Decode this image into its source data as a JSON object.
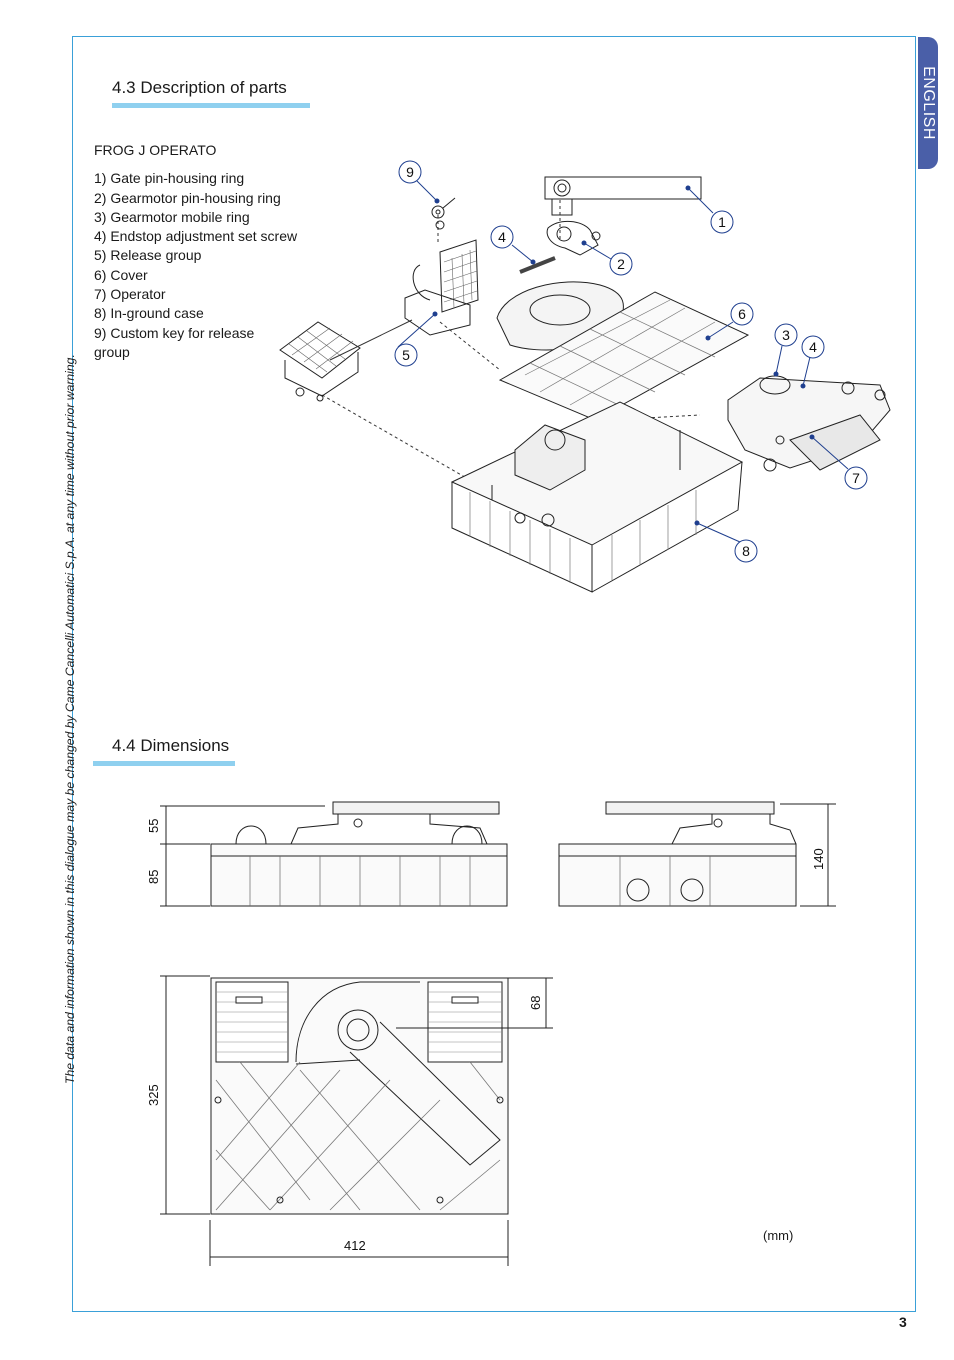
{
  "side_tab": {
    "label": "ENGLISH"
  },
  "side_note": "The data and information shown in this dialogue may be changed by Came Cancelli Automatici S.p.A. at any time without prior warning.",
  "section_parts": {
    "title": "4.3 Description of parts",
    "heading": "FROG J OPERATO",
    "items": [
      "1) Gate pin-housing ring",
      "2) Gearmotor pin-housing ring",
      "3) Gearmotor mobile ring",
      "4) Endstop adjustment set screw",
      "5) Release group",
      "6) Cover",
      "7) Operator",
      "8) In-ground case",
      "9) Custom key for release",
      "group"
    ],
    "callouts": [
      "1",
      "2",
      "3",
      "4",
      "4",
      "5",
      "6",
      "7",
      "8",
      "9"
    ]
  },
  "section_dimensions": {
    "title": "4.4 Dimensions",
    "labels": {
      "top_height": "55",
      "body_height": "85",
      "total_height": "140",
      "pin_offset": "68",
      "depth": "325",
      "width": "412"
    },
    "unit": "(mm)"
  },
  "page_number": "3",
  "colors": {
    "frame": "#3aa0d8",
    "tab": "#4a5fa8",
    "title_underline": "#8fd0ef",
    "callout": "#1f3f8f"
  }
}
